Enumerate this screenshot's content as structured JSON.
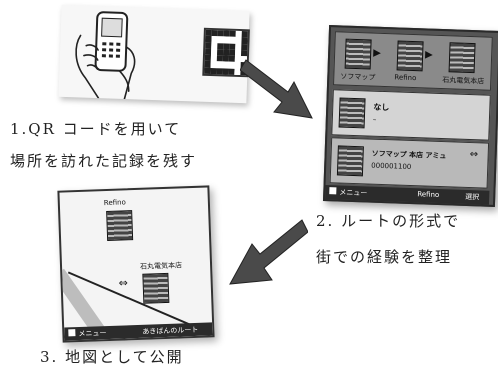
{
  "steps": [
    {
      "caption_line1": "1.QR コードを用いて",
      "caption_line2": "場所を訪れた記録を残す"
    },
    {
      "caption_line1": "2. ルートの形式で",
      "caption_line2": "街での経験を整理"
    },
    {
      "caption_line1": "3. 地図として公開"
    }
  ],
  "route_screen": {
    "thumbnails": [
      "ソフマップ",
      "Refino",
      "石丸電気本店"
    ],
    "row_none": "なし",
    "row_item_title": "ソフマップ 本店 アミュ",
    "row_item_code": "000001100",
    "menu_label": "メニュー",
    "center_label": "Refino",
    "right_label": "選択"
  },
  "map_screen": {
    "place_top": "Refino",
    "place_bottom": "石丸電気本店",
    "menu_label": "メニュー",
    "route_label": "あきばんのルート"
  },
  "colors": {
    "arrow": "#4a4a4a",
    "screen_dark": "#2b2b2b"
  }
}
